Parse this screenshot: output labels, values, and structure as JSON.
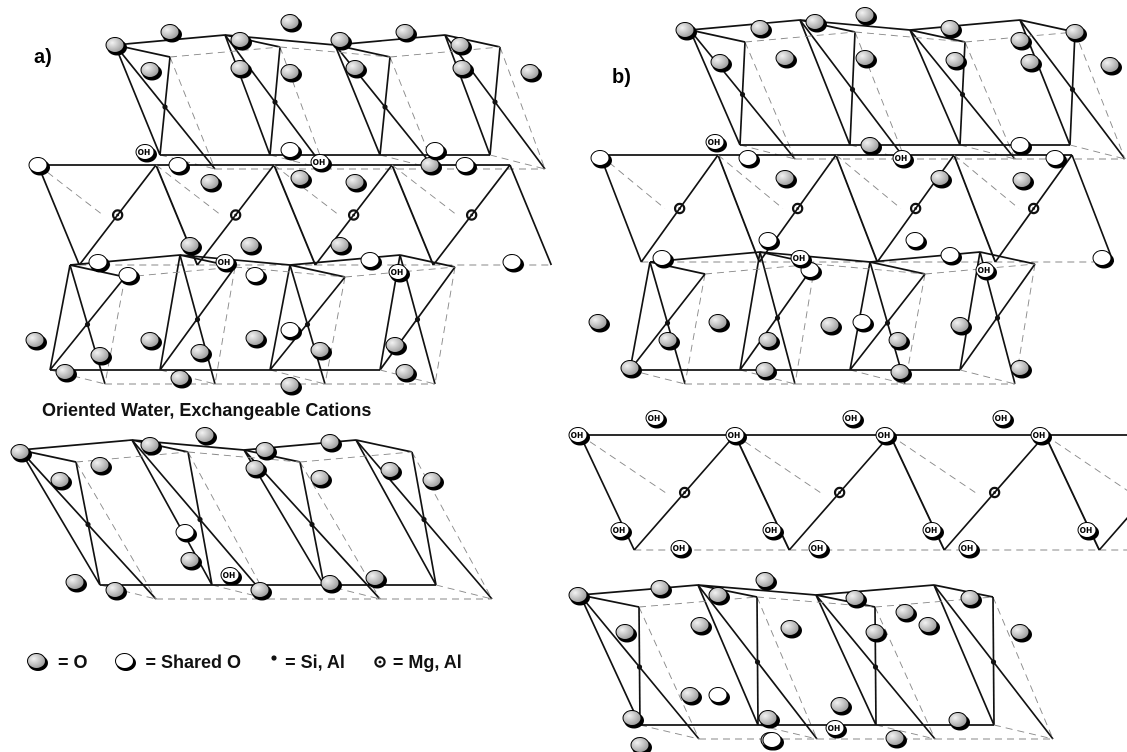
{
  "panels": [
    {
      "label": "a)"
    },
    {
      "label": "b)"
    }
  ],
  "interlayer_label": "Oriented Water, Exchangeable Cations",
  "atom_marker_text": "OH",
  "legend": {
    "items": [
      {
        "symbol": "oxygen",
        "text": "= O"
      },
      {
        "symbol": "shared-oxygen",
        "text": "= Shared O"
      },
      {
        "symbol": "si-al",
        "text": "= Si, Al"
      },
      {
        "symbol": "mg-al",
        "text": "= Mg, Al"
      }
    ]
  },
  "colors": {
    "oxygen_fill": "#c8c8c8",
    "shared_oxygen_fill": "#ffffff",
    "line": "#111111",
    "dashed_line": "#8a8a8a"
  }
}
